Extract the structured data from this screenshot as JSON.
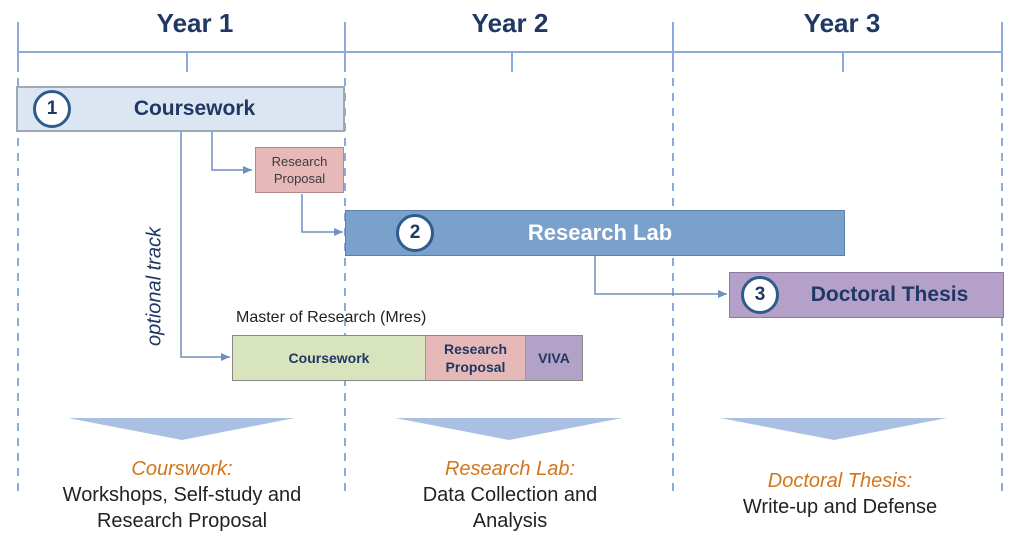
{
  "years": [
    "Year 1",
    "Year 2",
    "Year 3"
  ],
  "coursework": {
    "number": "1",
    "label": "Coursework"
  },
  "research_proposal": {
    "label_line1": "Research",
    "label_line2": "Proposal"
  },
  "research_lab": {
    "number": "2",
    "label": "Research Lab"
  },
  "doctoral_thesis": {
    "number": "3",
    "label": "Doctoral Thesis"
  },
  "optional_track": "optional track",
  "mres": {
    "title": "Master of Research (Mres)",
    "coursework": "Coursework",
    "proposal_line1": "Research",
    "proposal_line2": "Proposal",
    "viva": "VIVA"
  },
  "stages": [
    {
      "title": "Courswork:",
      "desc_line1": "Workshops, Self-study and",
      "desc_line2": "Research Proposal"
    },
    {
      "title": "Research Lab:",
      "desc_line1": "Data Collection and",
      "desc_line2": "Analysis"
    },
    {
      "title": "Doctoral Thesis:",
      "desc_line1": "Write-up and Defense",
      "desc_line2": ""
    }
  ],
  "colors": {
    "axis": "#8eaadb",
    "coursework_fill": "#dce6f2",
    "proposal_fill": "#e6b9b8",
    "lab_fill": "#7aa0cc",
    "thesis_fill": "#b4a0c8",
    "mres_coursework_fill": "#d7e4bd",
    "mres_viva_fill": "#b3a2c7",
    "title_text": "#1f3864",
    "stage_title": "#d3751b"
  }
}
